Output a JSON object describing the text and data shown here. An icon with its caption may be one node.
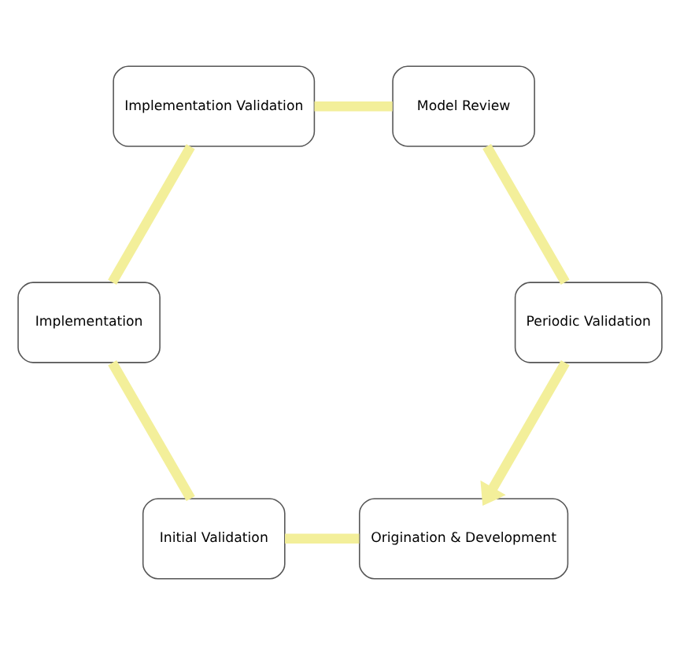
{
  "diagram": {
    "nodes": [
      {
        "text": [
          "Origination & Development"
        ]
      },
      {
        "text": [
          "Initial Validation"
        ]
      },
      {
        "text": [
          "Implementation"
        ]
      },
      {
        "text": [
          "Implementation Validation"
        ]
      },
      {
        "text": [
          "Model Review"
        ]
      },
      {
        "text": [
          "Periodic Validation"
        ]
      }
    ],
    "edges": [
      {
        "from": 0,
        "to": 1,
        "arrow": "none"
      },
      {
        "from": 1,
        "to": 2,
        "arrow": "none"
      },
      {
        "from": 2,
        "to": 3,
        "arrow": "none"
      },
      {
        "from": 3,
        "to": 4,
        "arrow": "none"
      },
      {
        "from": 4,
        "to": 5,
        "arrow": "none"
      },
      {
        "from": 5,
        "to": 0,
        "arrow": "to"
      }
    ]
  }
}
